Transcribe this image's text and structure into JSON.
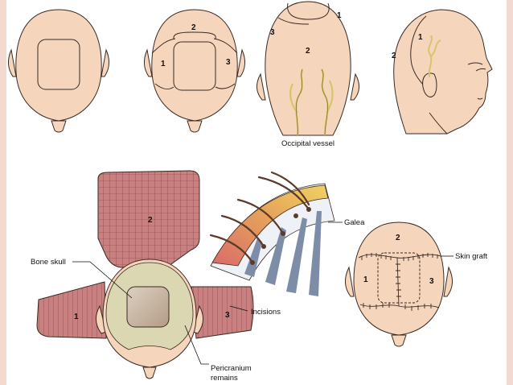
{
  "colors": {
    "skin": "#f6d5bd",
    "skin_stroke": "#3a2a22",
    "flap": "#c98080",
    "flap_line": "#7d3434",
    "periosteum": "#dcd7b3",
    "bone": "#c9b8a4",
    "vessel": "#d6c66a",
    "hair": "#5a3a2a",
    "galea_yellow": "#f0d262",
    "galea_red": "#d96b6b",
    "incision_blue": "#7d8ca7",
    "side_bar": "#f3d9cf"
  },
  "top_figures": {
    "fig2": {
      "labels": [
        "2",
        "1",
        "3"
      ]
    },
    "fig3": {
      "labels": [
        "1",
        "3",
        "2"
      ],
      "caption": "Occipital vessel"
    },
    "fig4": {
      "labels": [
        "1",
        "2"
      ]
    }
  },
  "bottom_figures": {
    "flap_figure": {
      "labels": [
        "2",
        "1",
        "3"
      ],
      "callouts": {
        "bone_skull": "Bone skull",
        "pericranium": [
          "Pericranium",
          "remains"
        ],
        "incisions": "Incisions",
        "galea": "Galea"
      }
    },
    "graft_figure": {
      "labels": [
        "2",
        "1",
        "3"
      ],
      "callouts": {
        "skin_graft": "Skin graft"
      }
    }
  }
}
